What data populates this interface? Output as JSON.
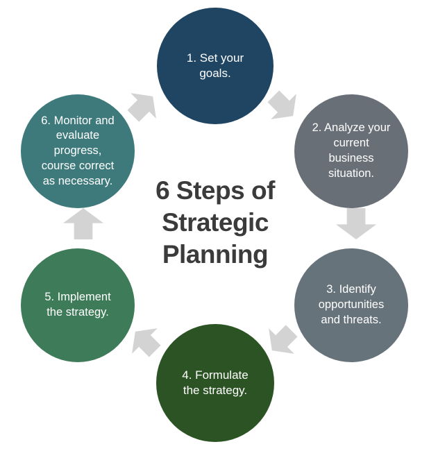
{
  "title": {
    "text": "6 Steps of Strategic Planning",
    "lines": [
      "6 Steps of",
      "Strategic",
      "Planning"
    ]
  },
  "steps": [
    {
      "id": 1,
      "label": "1. Set your goals.",
      "color": "#1f4563",
      "position": "top"
    },
    {
      "id": 2,
      "label": "2. Analyze your current business situation.",
      "color": "#696f76",
      "position": "upper-right"
    },
    {
      "id": 3,
      "label": "3. Identify opportunities and threats.",
      "color": "#67737a",
      "position": "lower-right"
    },
    {
      "id": 4,
      "label": "4. Formulate the strategy.",
      "color": "#2b5323",
      "position": "bottom"
    },
    {
      "id": 5,
      "label": "5. Implement the strategy.",
      "color": "#3e7b58",
      "position": "lower-left"
    },
    {
      "id": 6,
      "label": "6. Monitor and evaluate progress, course correct as necessary.",
      "color": "#3e7a7b",
      "position": "upper-left"
    }
  ],
  "arrows": [
    {
      "from": 1,
      "to": 2,
      "direction": "southeast"
    },
    {
      "from": 2,
      "to": 3,
      "direction": "south"
    },
    {
      "from": 3,
      "to": 4,
      "direction": "southwest"
    },
    {
      "from": 4,
      "to": 5,
      "direction": "northwest"
    },
    {
      "from": 5,
      "to": 6,
      "direction": "north"
    },
    {
      "from": 6,
      "to": 1,
      "direction": "northeast"
    }
  ],
  "colors": {
    "background": "#ffffff",
    "arrow": "#d3d3d3",
    "title": "#3b3b3b",
    "circle_text": "#ffffff"
  }
}
